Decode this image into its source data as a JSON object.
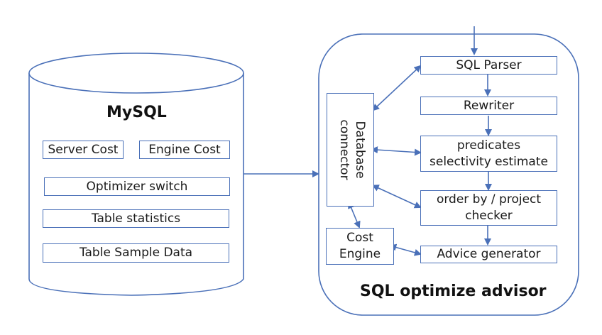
{
  "colors": {
    "stroke": "#4a70b8",
    "text": "#1a1a1a",
    "background": "#ffffff"
  },
  "mysql": {
    "title": "MySQL",
    "components": {
      "server_cost": "Server Cost",
      "engine_cost": "Engine Cost",
      "optimizer_switch": "Optimizer switch",
      "table_statistics": "Table statistics",
      "table_sample_data": "Table Sample Data"
    }
  },
  "advisor": {
    "title": "SQL optimize advisor",
    "database_connector": {
      "line1": "Database",
      "line2": "connector"
    },
    "cost_engine": {
      "line1": "Cost",
      "line2": "Engine"
    },
    "pipeline": {
      "sql_parser": "SQL Parser",
      "rewriter": "Rewriter",
      "predicates": {
        "line1": "predicates",
        "line2": "selectivity estimate"
      },
      "order_by": {
        "line1": "order by / project",
        "line2": "checker"
      },
      "advice_generator": "Advice generator"
    }
  }
}
